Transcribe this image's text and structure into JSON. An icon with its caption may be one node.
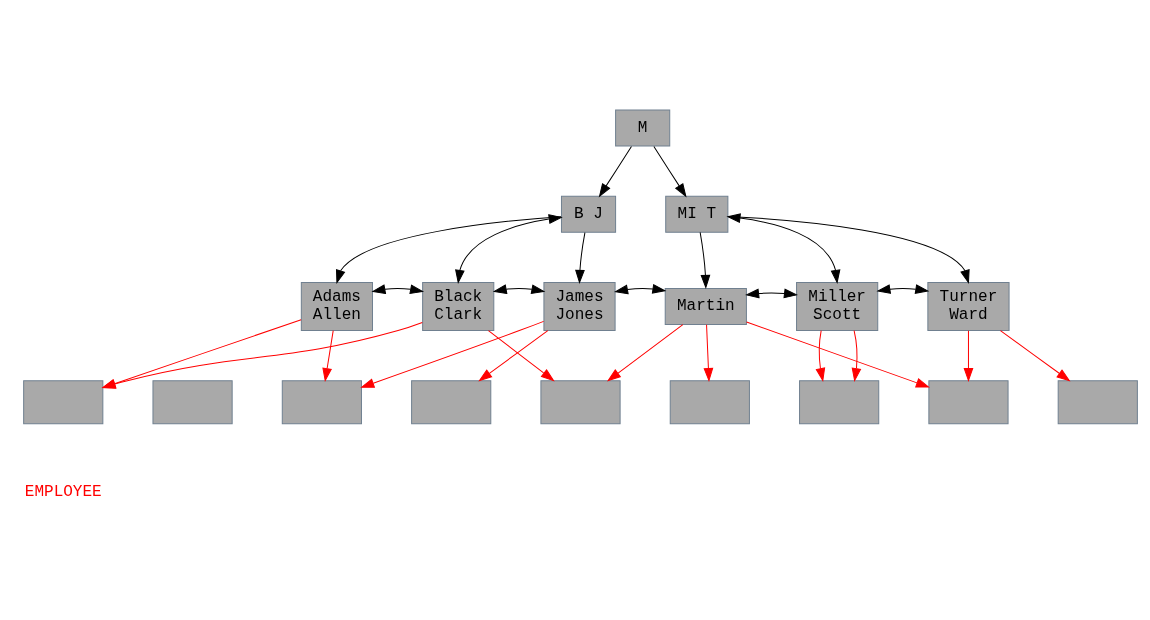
{
  "diagram": {
    "nodes": [
      {
        "text": [
          "M"
        ]
      },
      {
        "text": [
          "B J"
        ]
      },
      {
        "text": [
          "MI T"
        ]
      },
      {
        "text": [
          "Adams",
          "Allen"
        ]
      },
      {
        "text": [
          "Black",
          "Clark"
        ]
      },
      {
        "text": [
          "James",
          "Jones"
        ]
      },
      {
        "text": [
          "Martin"
        ]
      },
      {
        "text": [
          "Miller",
          "Scott"
        ]
      },
      {
        "text": [
          "Turner",
          "Ward"
        ]
      },
      {
        "text": [],
        "shape": "box"
      },
      {
        "text": [],
        "shape": "box"
      },
      {
        "text": [],
        "shape": "box"
      },
      {
        "text": [],
        "shape": "box"
      },
      {
        "text": [],
        "shape": "box"
      },
      {
        "text": [],
        "shape": "box"
      },
      {
        "text": [],
        "shape": "box"
      },
      {
        "text": [],
        "shape": "box"
      },
      {
        "text": [],
        "shape": "box"
      }
    ],
    "edges": [
      {
        "from": 0,
        "to": 1,
        "arrow": "to",
        "color": "#000000"
      },
      {
        "from": 0,
        "to": 2,
        "arrow": "to",
        "color": "#000000"
      },
      {
        "from": 1,
        "to": 3,
        "arrow": "to",
        "color": "#000000"
      },
      {
        "from": 4,
        "to": 1,
        "arrow": "both",
        "color": "#000000"
      },
      {
        "from": 1,
        "to": 5,
        "arrow": "to",
        "color": "#000000"
      },
      {
        "from": 2,
        "to": 6,
        "arrow": "to",
        "color": "#000000"
      },
      {
        "from": 7,
        "to": 2,
        "arrow": "both",
        "color": "#000000"
      },
      {
        "from": 2,
        "to": 8,
        "arrow": "to",
        "color": "#000000"
      },
      {
        "from": 3,
        "to": 4,
        "arrow": "both",
        "color": "#000000"
      },
      {
        "from": 4,
        "to": 5,
        "arrow": "both",
        "color": "#000000"
      },
      {
        "from": 5,
        "to": 6,
        "arrow": "both",
        "color": "#000000"
      },
      {
        "from": 6,
        "to": 7,
        "arrow": "both",
        "color": "#000000"
      },
      {
        "from": 7,
        "to": 8,
        "arrow": "both",
        "color": "#000000"
      },
      {
        "from": 3,
        "to": 9,
        "arrow": "to",
        "color": "#ff0000"
      },
      {
        "from": 3,
        "to": 11,
        "arrow": "to",
        "color": "#ff0000"
      },
      {
        "from": 4,
        "to": 9,
        "arrow": "to",
        "color": "#ff0000"
      },
      {
        "from": 4,
        "to": 13,
        "arrow": "to",
        "color": "#ff0000"
      },
      {
        "from": 5,
        "to": 11,
        "arrow": "to",
        "color": "#ff0000"
      },
      {
        "from": 5,
        "to": 12,
        "arrow": "to",
        "color": "#ff0000"
      },
      {
        "from": 6,
        "to": 13,
        "arrow": "to",
        "color": "#ff0000"
      },
      {
        "from": 6,
        "to": 14,
        "arrow": "to",
        "color": "#ff0000"
      },
      {
        "from": 6,
        "to": 16,
        "arrow": "to",
        "color": "#ff0000"
      },
      {
        "from": 7,
        "to": 15,
        "arrow": "to",
        "color": "#ff0000"
      },
      {
        "from": 7,
        "to": 15,
        "arrow": "to",
        "color": "#ff0000"
      },
      {
        "from": 8,
        "to": 16,
        "arrow": "to",
        "color": "#ff0000"
      },
      {
        "from": 8,
        "to": 17,
        "arrow": "to",
        "color": "#ff0000"
      }
    ],
    "labels": [
      "EMPLOYEE"
    ]
  }
}
